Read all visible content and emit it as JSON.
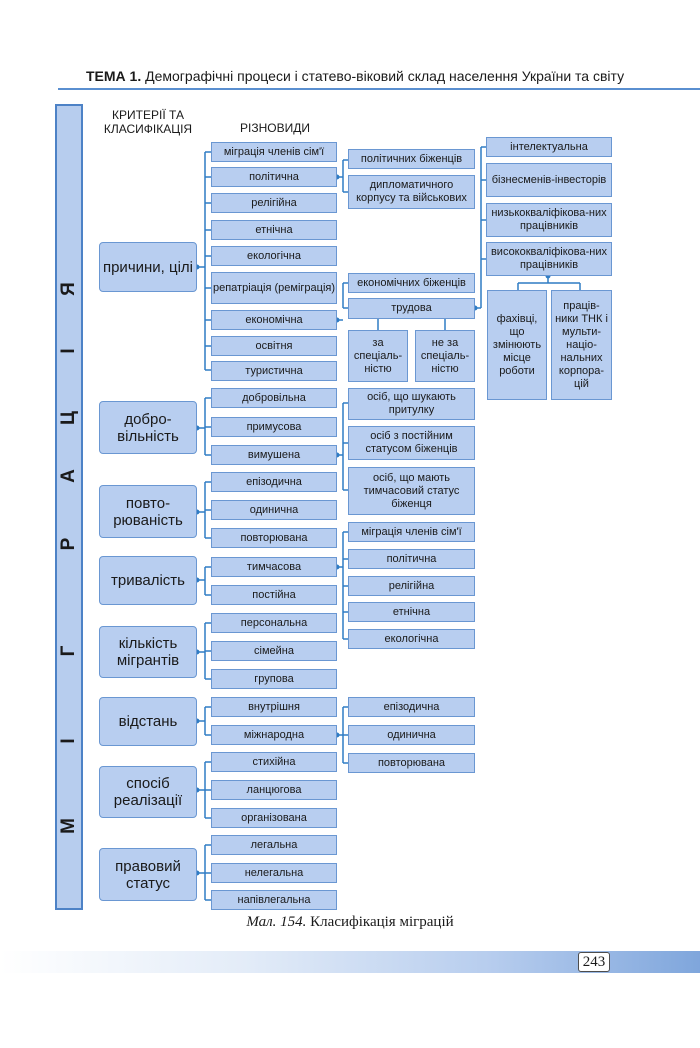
{
  "header": {
    "topic": "ТЕМА 1.",
    "title": "Демографічні процеси і статево-віковий склад населення України та світу"
  },
  "migration_letters": [
    "М",
    "І",
    "Г",
    "Р",
    "А",
    "Ц",
    "І",
    "Я"
  ],
  "column_headers": {
    "criteria": "КРИТЕРІЇ ТА КЛАСИФІКАЦІЯ",
    "types": "РІЗНОВИДИ"
  },
  "criteria": {
    "reasons": "причини, цілі",
    "voluntariness": "добро-вільність",
    "repeatability": "повто-рюваність",
    "duration": "тривалість",
    "migrant_count": "кількість мігрантів",
    "distance": "відстань",
    "method": "спосіб реалізації",
    "legal_status": "правовий статус"
  },
  "reasons_types": {
    "family": "міграція членів сім'ї",
    "political": "політична",
    "religious": "релігійна",
    "ethnic": "етнічна",
    "ecological": "екологічна",
    "repatriation": "репатріація (реміграція)",
    "economic": "економічна",
    "education": "освітня",
    "tourist": "туристична"
  },
  "political_sub": {
    "refugees": "політичних біженців",
    "diplomatic": "дипломатичного корпусу та військових"
  },
  "economic_sub": {
    "refugees": "економічних біженців",
    "labour": "трудова"
  },
  "labour_sub": {
    "by_specialty": "за спеціаль-ністю",
    "not_by_specialty": "не за спеціаль-ністю"
  },
  "labour_types": {
    "intellectual": "інтелектуальна",
    "business": "бізнесменів-інвесторів",
    "low_skilled": "низькокваліфікова-них працівників",
    "high_skilled": "висококваліфікова-них працівників"
  },
  "high_skilled_sub": {
    "job_changers": "фахівці, що змінюють місце роботи",
    "tnk_workers": "праців-ники ТНК і мульти-націо-нальних корпора-цій"
  },
  "voluntariness_types": {
    "voluntary": "добровільна",
    "forced": "примусова",
    "compelled": "вимушена"
  },
  "compelled_sub": {
    "asylum_seekers": "осіб, що шукають притулку",
    "permanent_refugees": "осіб з постійним статусом біженців",
    "temporary_refugees": "осіб, що мають тимчасовий статус біженця"
  },
  "repeatability_types": {
    "episodic": "епізодична",
    "single": "одинична",
    "repeated": "повторювана"
  },
  "duration_types": {
    "temporary": "тимчасова",
    "permanent": "постійна"
  },
  "permanent_sub": {
    "family": "міграція членів сім'ї",
    "political": "політична",
    "religious": "релігійна",
    "ethnic": "етнічна",
    "ecological": "екологічна"
  },
  "count_types": {
    "personal": "персональна",
    "family": "сімейна",
    "group": "групова"
  },
  "distance_types": {
    "internal": "внутрішня",
    "international": "міжнародна"
  },
  "international_sub": {
    "episodic": "епізодична",
    "single": "одинична",
    "repeated": "повторювана"
  },
  "method_types": {
    "spontaneous": "стихійна",
    "chain": "ланцюгова",
    "organized": "організована"
  },
  "legal_types": {
    "legal": "легальна",
    "illegal": "нелегальна",
    "semi_legal": "напівлегальна"
  },
  "caption": {
    "label": "Мал. 154.",
    "text": "Класифікація міграцій"
  },
  "page_number": "243",
  "colors": {
    "box_fill": "#b8cef0",
    "box_border": "#6a97d2",
    "connector": "#2f7cc4",
    "rule": "#5a8fd0"
  }
}
